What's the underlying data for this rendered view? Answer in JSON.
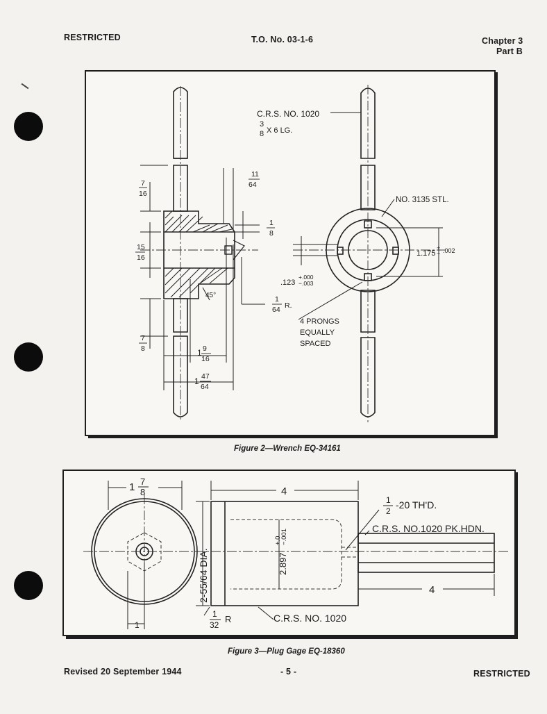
{
  "header": {
    "left": "RESTRICTED",
    "center": "T.O. No. 03-1-6",
    "chapter": "Chapter 3",
    "part": "Part B"
  },
  "figure2": {
    "caption": "Figure 2—Wrench EQ-34161",
    "labels": {
      "material_line1": "C.R.S. NO. 1020",
      "material_size_num": "3",
      "material_size_den": "8",
      "material_size_rest": "X 6 LG.",
      "steel": "NO. 3135 STL.",
      "prongs_line1": "4 PRONGS",
      "prongs_line2": "EQUALLY",
      "prongs_line3": "SPACED"
    },
    "dims": {
      "d7_16_num": "7",
      "d7_16_den": "16",
      "d11_64_num": "11",
      "d11_64_den": "64",
      "d1_8_num": "1",
      "d1_8_den": "8",
      "d15_16_num": "15",
      "d15_16_den": "16",
      "d45": "45°",
      "d1_64_num": "1",
      "d1_64_den": "64",
      "d1_64_suffix": "R.",
      "d7_8_num": "7",
      "d7_8_den": "8",
      "d1_9_16_whole": "1",
      "d1_9_16_num": "9",
      "d1_9_16_den": "16",
      "d1_47_64_whole": "1",
      "d1_47_64_num": "47",
      "d1_47_64_den": "64",
      "d1175": "1.175",
      "d1175_tol_plus": "+",
      "d1175_tol_minus": "−",
      "d1175_tol": ".002",
      "d123": ".123",
      "d123_tol_plus": "+.000",
      "d123_tol_minus": "−.003"
    }
  },
  "figure3": {
    "caption": "Figure 3—Plug Gage EQ-18360",
    "labels": {
      "thread_num": "1",
      "thread_den": "2",
      "thread_rest": "-20 TH'D.",
      "pk_hdn": "C.R.S. NO.1020 PK.HDN.",
      "body_material": "C.R.S. NO. 1020"
    },
    "dims": {
      "d1_7_8_whole": "1",
      "d1_7_8_num": "7",
      "d1_7_8_den": "8",
      "d4_top": "4",
      "d4_right": "4",
      "d_dia": "2-55/64 DIA.",
      "d2897": "2.897",
      "d2897_tol_a": "+.0",
      "d2897_tol_b": "−.001",
      "d1_32_num": "1",
      "d1_32_den": "32",
      "d1_32_suffix": "R",
      "d1": "1"
    }
  },
  "footer": {
    "left": "Revised 20 September 1944",
    "center": "- 5 -",
    "right": "RESTRICTED"
  }
}
